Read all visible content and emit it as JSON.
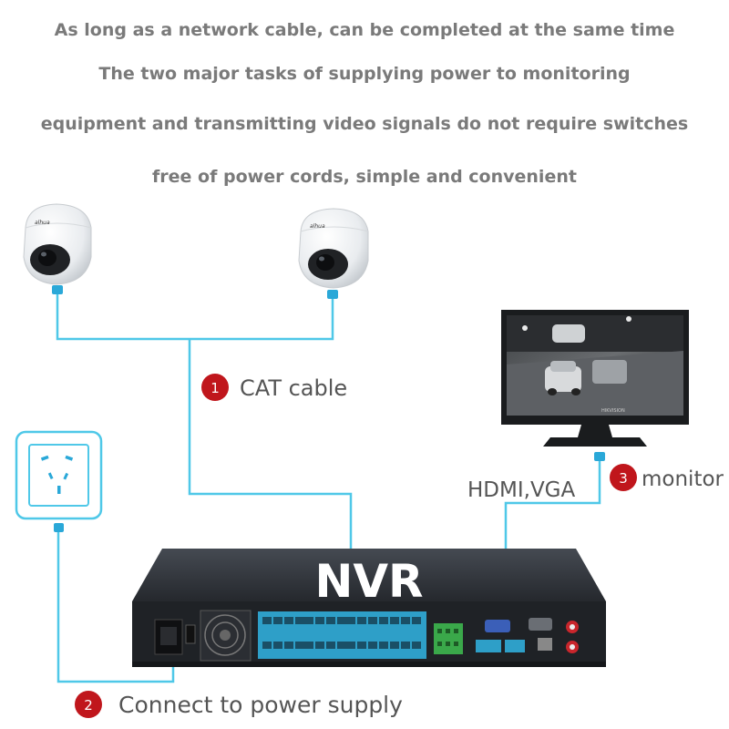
{
  "headline": {
    "line1": "As long as a network cable, can be completed at the same time",
    "line2": "The two major tasks of supplying power to monitoring",
    "line3": "equipment and transmitting video signals do not require switches",
    "line4": "free of power cords, simple and convenient"
  },
  "steps": {
    "step1": {
      "number": "1",
      "label": "CAT cable"
    },
    "step2": {
      "number": "2",
      "label": "Connect to power supply"
    },
    "step3": {
      "number": "3",
      "label": "monitor"
    }
  },
  "hdmi_label": "HDMI,VGA",
  "nvr_label": "NVR",
  "brands": {
    "camera": "alhua",
    "monitor": "HIKVISION"
  },
  "colors": {
    "cable": "#4fc8e8",
    "badge": "#c0161c",
    "headline": "#7a7a7a",
    "nvr_body": "#2b2e33"
  }
}
